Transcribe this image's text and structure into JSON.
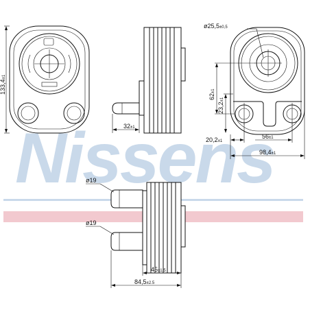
{
  "watermark": {
    "text": "Nissens",
    "band_color": "#f2c9cf",
    "line_color": "#c9d9ea"
  },
  "dims": {
    "height_total": {
      "value": "133,4",
      "tol": "±1"
    },
    "top_dia": {
      "value": "ø25,5",
      "tol": "±0,5"
    },
    "nipple_len": {
      "value": "32",
      "tol": "±1"
    },
    "d62": {
      "value": "62",
      "tol": "±1"
    },
    "d23": {
      "value": "23,2",
      "tol": "±1"
    },
    "d20": {
      "value": "20,2",
      "tol": "±1"
    },
    "d56": {
      "value": "56",
      "tol": "±1"
    },
    "d98": {
      "value": "98,4",
      "tol": "±1"
    },
    "pipe_top": {
      "value": "ø19",
      "tol": ""
    },
    "pipe_bottom": {
      "value": "ø19",
      "tol": ""
    },
    "d45": {
      "value": "45",
      "tol": "±1.5"
    },
    "d84": {
      "value": "84,5",
      "tol": "±2.5"
    }
  }
}
